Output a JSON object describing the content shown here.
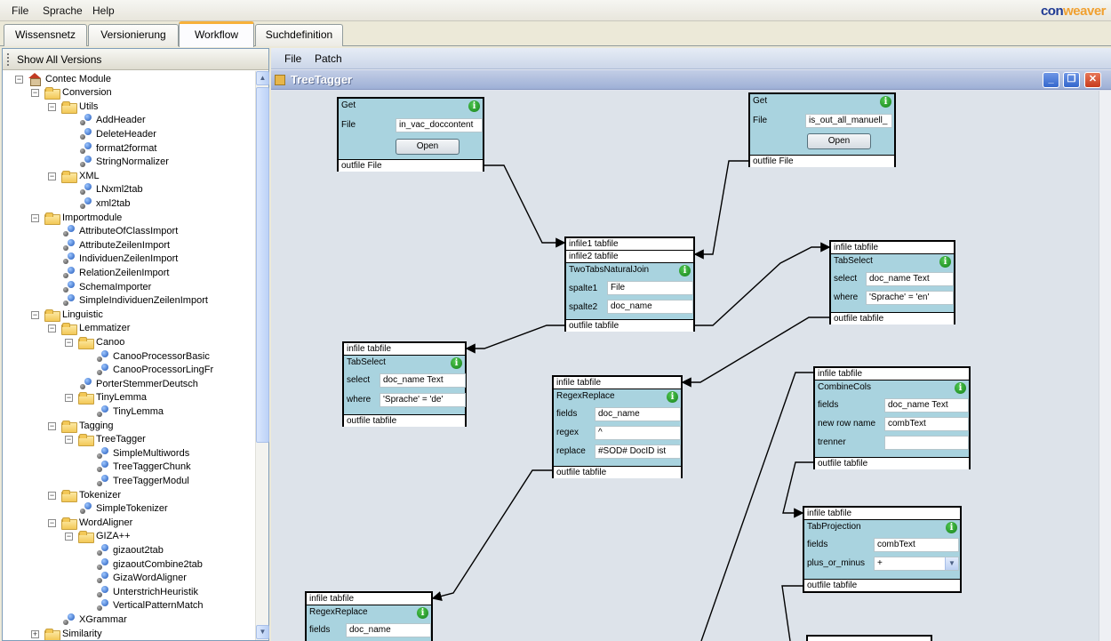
{
  "menu": {
    "file": "File",
    "sprache": "Sprache",
    "help": "Help"
  },
  "logo": {
    "part1": "con",
    "part2": "weaver"
  },
  "tabs": [
    "Wissensnetz",
    "Versionierung",
    "Workflow",
    "Suchdefinition"
  ],
  "left_panel": {
    "show_all_versions": "Show All Versions",
    "tree": [
      "Contec Module",
      "Conversion",
      "Utils",
      "AddHeader",
      "DeleteHeader",
      "format2format",
      "StringNormalizer",
      "XML",
      "LNxml2tab",
      "xml2tab",
      "Importmodule",
      "AttributeOfClassImport",
      "AttributeZeilenImport",
      "IndividuenZeilenImport",
      "RelationZeilenImport",
      "SchemaImporter",
      "SimpleIndividuenZeilenImport",
      "Linguistic",
      "Lemmatizer",
      "Canoo",
      "CanooProcessorBasic",
      "CanooProcessorLingFr",
      "PorterStemmerDeutsch",
      "TinyLemma",
      "TinyLemma",
      "Tagging",
      "TreeTagger",
      "SimpleMultiwords",
      "TreeTaggerChunk",
      "TreeTaggerModul",
      "Tokenizer",
      "SimpleTokenizer",
      "WordAligner",
      "GIZA++",
      "gizaout2tab",
      "gizaoutCombine2tab",
      "GizaWordAligner",
      "UnterstrichHeuristik",
      "VerticalPatternMatch",
      "XGrammar",
      "Similarity"
    ]
  },
  "right_panel": {
    "menu": {
      "file": "File",
      "patch": "Patch"
    },
    "window_title": "TreeTagger",
    "window_buttons": {
      "minimize": "_",
      "restore": "❐",
      "close": "✕"
    }
  },
  "nodes": {
    "get1": {
      "title": "Get",
      "file_label": "File",
      "file_value": "in_vac_doccontent",
      "open": "Open",
      "out": "outfile   File"
    },
    "get2": {
      "title": "Get",
      "file_label": "File",
      "file_value": "is_out_all_manuell_",
      "open": "Open",
      "out": "outfile   File"
    },
    "join": {
      "in1": "infile1   tabfile",
      "in2": "infile2   tabfile",
      "title": "TwoTabsNaturalJoin",
      "spalte1_label": "spalte1",
      "spalte1_value": "File",
      "spalte2_label": "spalte2",
      "spalte2_value": "doc_name",
      "out": "outfile   tabfile"
    },
    "select_en": {
      "in": "infile   tabfile",
      "title": "TabSelect",
      "select_label": "select",
      "select_value": "doc_name Text",
      "where_label": "where",
      "where_value": "'Sprache' = 'en'",
      "out": "outfile   tabfile"
    },
    "select_de": {
      "in": "infile   tabfile",
      "title": "TabSelect",
      "select_label": "select",
      "select_value": "doc_name Text",
      "where_label": "where",
      "where_value": "'Sprache' = 'de'",
      "out": "outfile   tabfile"
    },
    "regex1": {
      "in": "infile   tabfile",
      "title": "RegexReplace",
      "fields_label": "fields",
      "fields_value": "doc_name",
      "regex_label": "regex",
      "regex_value": "^",
      "replace_label": "replace",
      "replace_value": "#SOD# DocID ist",
      "out": "outfile   tabfile"
    },
    "combine": {
      "in": "infile   tabfile",
      "title": "CombineCols",
      "fields_label": "fields",
      "fields_value": "doc_name Text",
      "newrow_label": "new row name",
      "newrow_value": "combText",
      "trenner_label": "trenner",
      "trenner_value": "",
      "out": "outfile   tabfile"
    },
    "projection": {
      "in": "infile   tabfile",
      "title": "TabProjection",
      "fields_label": "fields",
      "fields_value": "combText",
      "plus_label": "plus_or_minus",
      "plus_value": "+",
      "out": "outfile   tabfile"
    },
    "regex2": {
      "in": "infile   tabfile",
      "title": "RegexReplace",
      "fields_label": "fields",
      "fields_value": "doc_name"
    }
  },
  "info_glyph": "i"
}
